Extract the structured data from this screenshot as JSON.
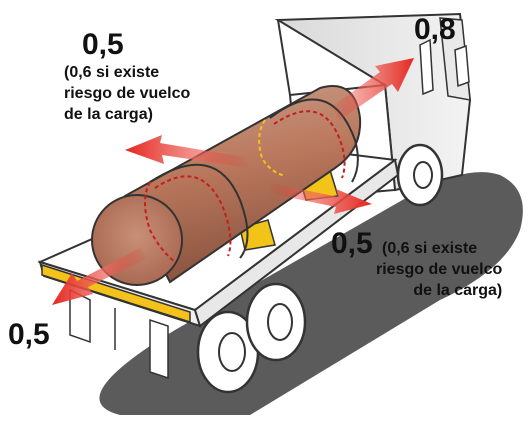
{
  "colors": {
    "log_main": "#b9775c",
    "log_dark": "#7e4a36",
    "arrow_red": "#e4261f",
    "arrow_fade": "#f4a19a",
    "beam_yellow": "#f4c21a",
    "chock_yellow": "#f2c318",
    "strap_red": "#c41e1e",
    "truck_outline": "#333333",
    "ground_shadow": "#5b5b5b"
  },
  "labels": {
    "left": {
      "value": "0,5",
      "note_lines": [
        "(0,6 si existe",
        "riesgo de vuelco",
        "de la carga)"
      ]
    },
    "top_right": {
      "value": "0,8"
    },
    "right": {
      "value": "0,5",
      "note_lines": [
        "(0,6 si existe",
        "riesgo de vuelco",
        "de la carga)"
      ]
    },
    "bottom_left": {
      "value": "0,5"
    }
  }
}
